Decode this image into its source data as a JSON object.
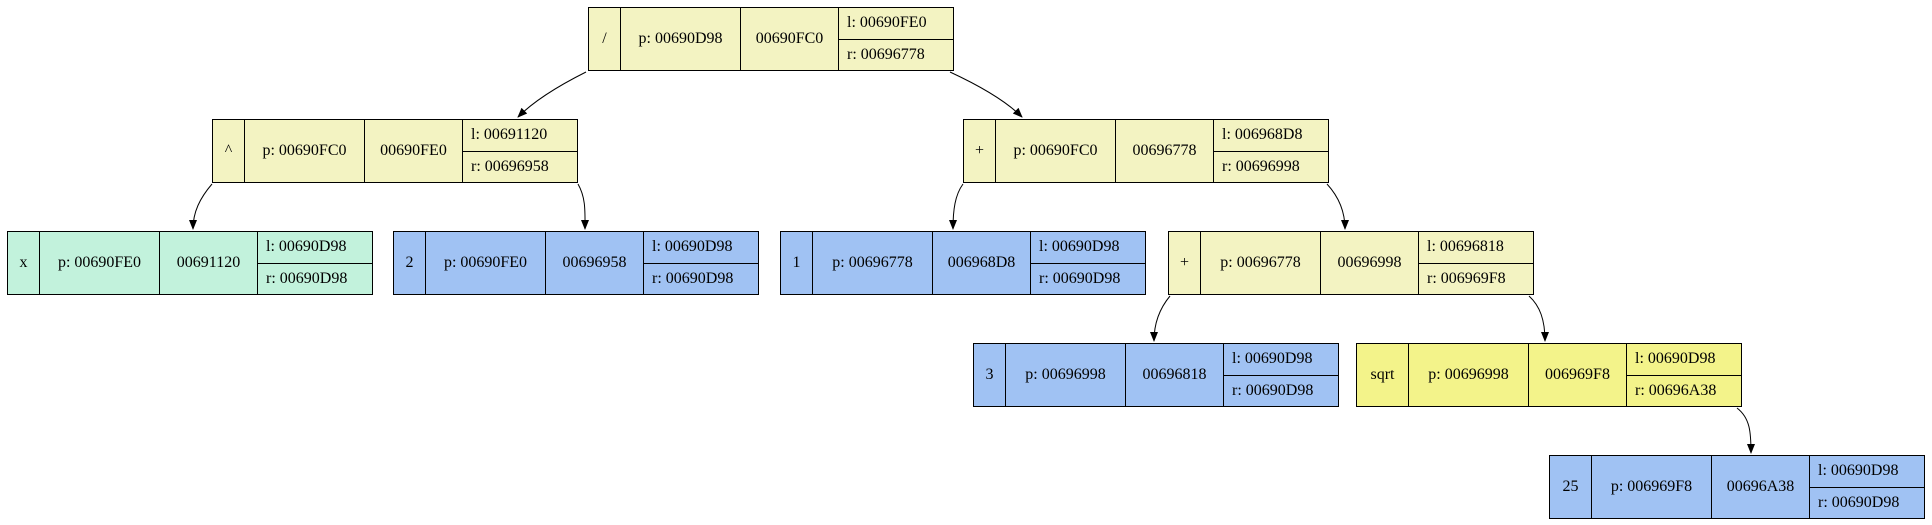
{
  "colors": {
    "operator": "#f3f3c2",
    "variable": "#c2f2dc",
    "number": "#a0c2f3",
    "function": "#f3f38a",
    "edge": "#000000"
  },
  "nodes": [
    {
      "id": "n0",
      "kind": "operator",
      "value": "/",
      "p": "p: 00690D98",
      "self": "00690FC0",
      "l": "l: 00690FE0",
      "r": "r: 00696778"
    },
    {
      "id": "n1",
      "kind": "operator",
      "value": "^",
      "p": "p: 00690FC0",
      "self": "00690FE0",
      "l": "l: 00691120",
      "r": "r: 00696958"
    },
    {
      "id": "n2",
      "kind": "operator",
      "value": "+",
      "p": "p: 00690FC0",
      "self": "00696778",
      "l": "l: 006968D8",
      "r": "r: 00696998"
    },
    {
      "id": "n3",
      "kind": "variable",
      "value": "x",
      "p": "p: 00690FE0",
      "self": "00691120",
      "l": "l: 00690D98",
      "r": "r: 00690D98"
    },
    {
      "id": "n4",
      "kind": "number",
      "value": "2",
      "p": "p: 00690FE0",
      "self": "00696958",
      "l": "l: 00690D98",
      "r": "r: 00690D98"
    },
    {
      "id": "n5",
      "kind": "number",
      "value": "1",
      "p": "p: 00696778",
      "self": "006968D8",
      "l": "l: 00690D98",
      "r": "r: 00690D98"
    },
    {
      "id": "n6",
      "kind": "operator",
      "value": "+",
      "p": "p: 00696778",
      "self": "00696998",
      "l": "l: 00696818",
      "r": "r: 006969F8"
    },
    {
      "id": "n7",
      "kind": "number",
      "value": "3",
      "p": "p: 00696998",
      "self": "00696818",
      "l": "l: 00690D98",
      "r": "r: 00690D98"
    },
    {
      "id": "n8",
      "kind": "function",
      "value": "sqrt",
      "p": "p: 00696998",
      "self": "006969F8",
      "l": "l: 00690D98",
      "r": "r: 00696A38"
    },
    {
      "id": "n9",
      "kind": "number",
      "value": "25",
      "p": "p: 006969F8",
      "self": "00696A38",
      "l": "l: 00690D98",
      "r": "r: 00690D98"
    }
  ],
  "edges": [
    {
      "from": "n0",
      "to": "n1"
    },
    {
      "from": "n0",
      "to": "n2"
    },
    {
      "from": "n1",
      "to": "n3"
    },
    {
      "from": "n1",
      "to": "n4"
    },
    {
      "from": "n2",
      "to": "n5"
    },
    {
      "from": "n2",
      "to": "n6"
    },
    {
      "from": "n6",
      "to": "n7"
    },
    {
      "from": "n6",
      "to": "n8"
    },
    {
      "from": "n8",
      "to": "n9"
    }
  ]
}
